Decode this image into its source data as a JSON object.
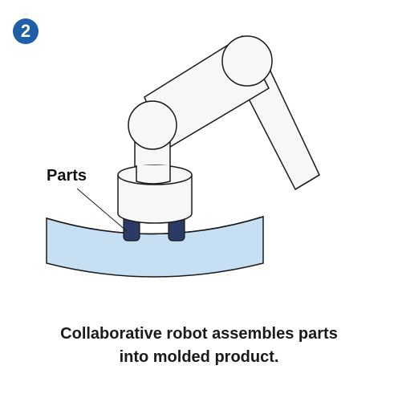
{
  "badge": {
    "number": "2",
    "color": "#1f5fa8"
  },
  "labels": {
    "parts": "Parts"
  },
  "caption": {
    "line1": "Collaborative robot assembles parts",
    "line2": "into molded product."
  },
  "colors": {
    "tray_fill": "#c6dff2",
    "gripper_fingers": "#2b3a66",
    "outline": "#1a1a1a",
    "robot_fill": "#f5f5f5"
  }
}
